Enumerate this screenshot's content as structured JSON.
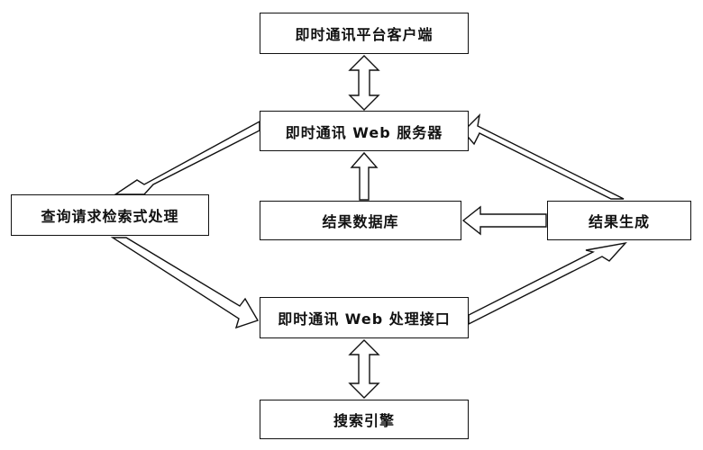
{
  "nodes": {
    "client": "即时通讯平台客户端",
    "server": "即时通讯 Web 服务器",
    "query": "查询请求检索式处理",
    "resultdb": "结果数据库",
    "generate": "结果生成",
    "interface": "即时通讯 Web 处理接口",
    "search": "搜索引擎"
  }
}
